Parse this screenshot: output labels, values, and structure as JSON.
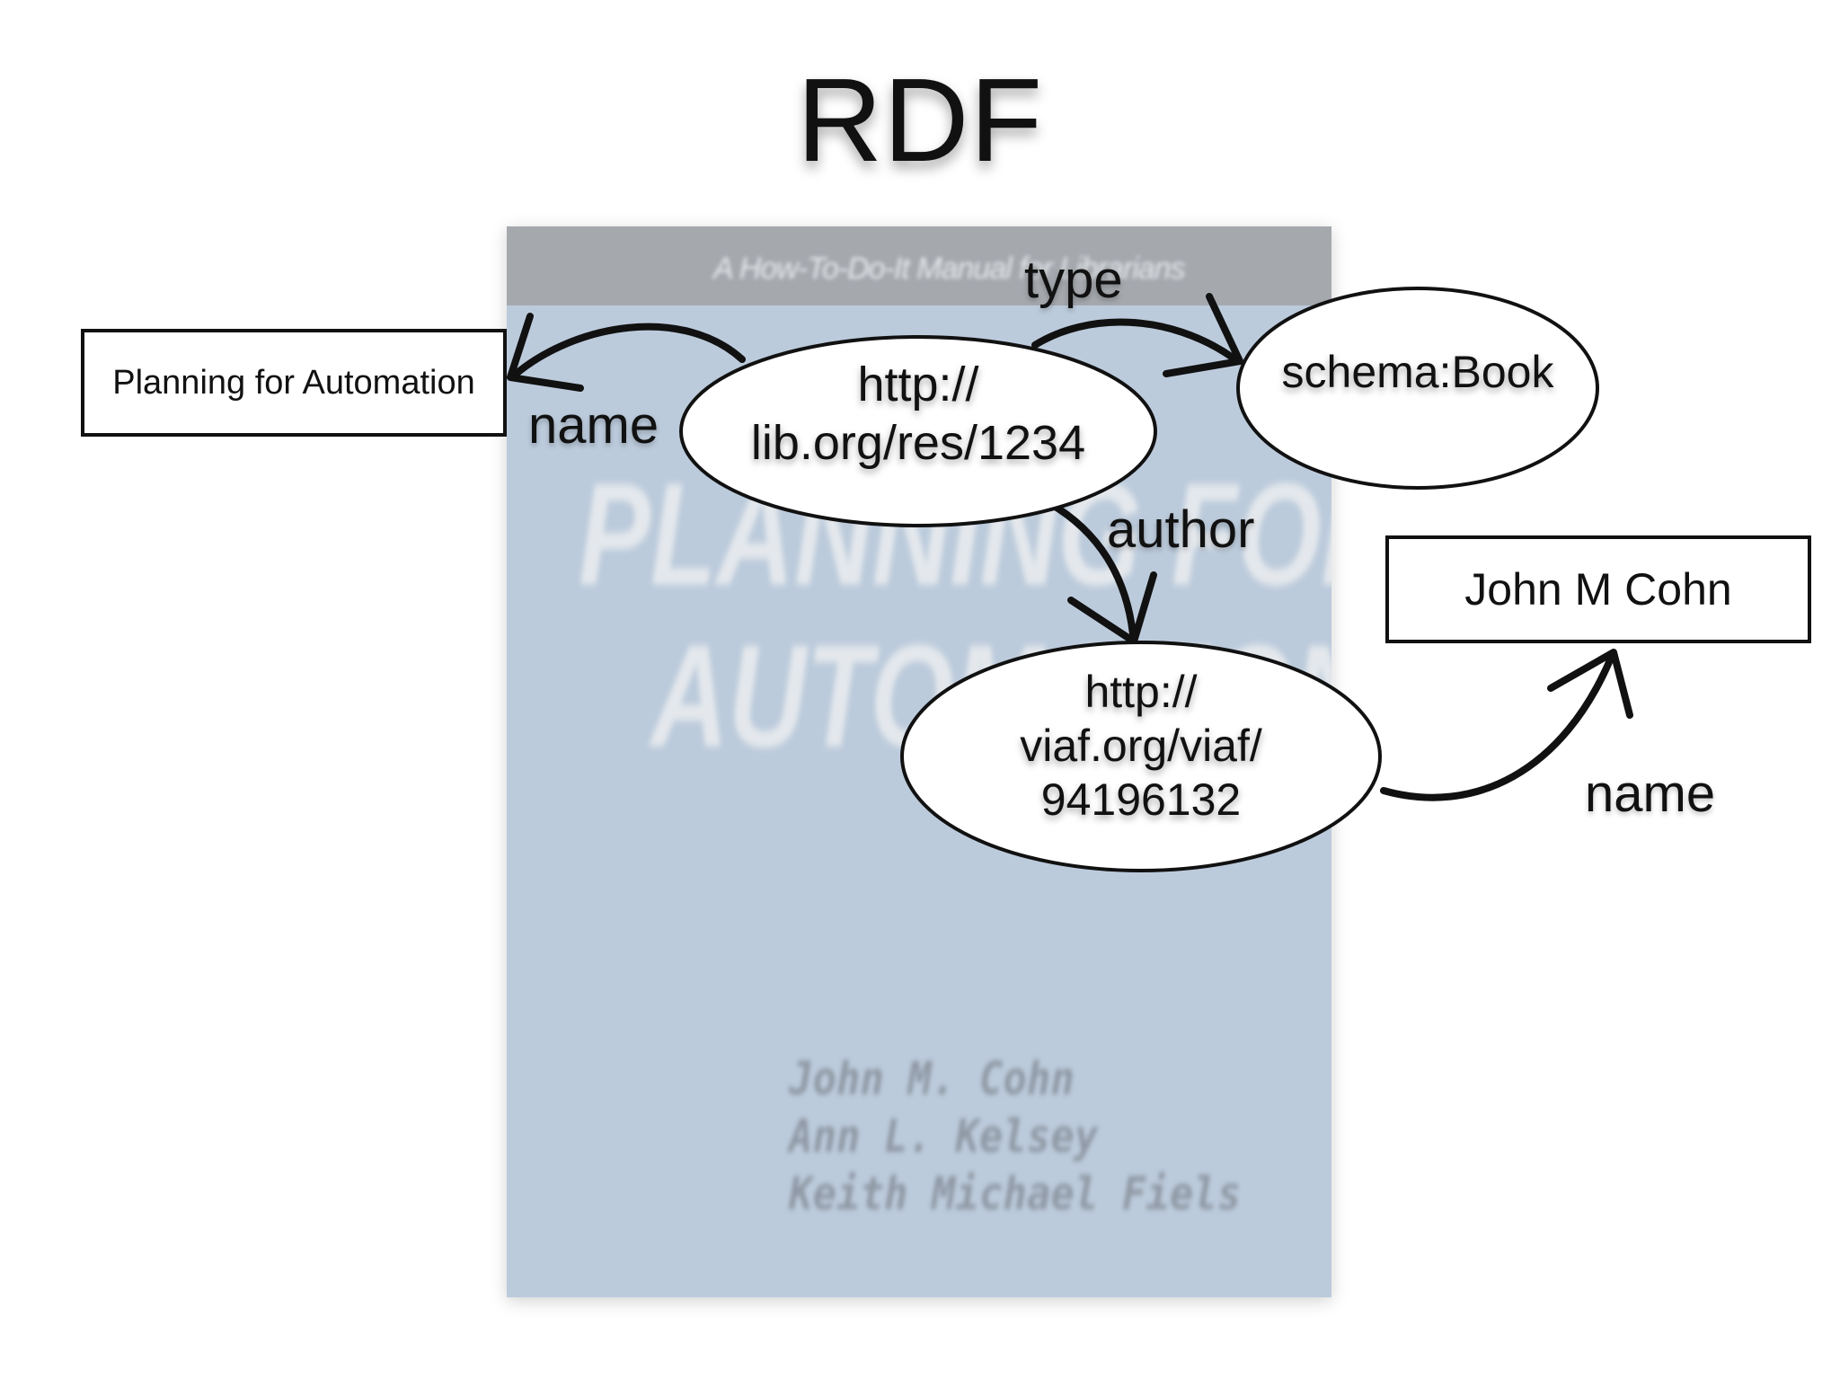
{
  "title": "RDF",
  "cover": {
    "tagline": "A How-To-Do-It Manual for Librarians",
    "title_line_1": "PLANNING FOR",
    "title_line_2": "AUTOMATION",
    "authors": [
      "John M. Cohn",
      "Ann L. Kelsey",
      "Keith Michael Fiels"
    ]
  },
  "nodes": {
    "book_uri": "http://\nlib.org/res/1234",
    "class_book": "schema:Book",
    "author_uri": "http://\nviaf.org/viaf/\n94196132",
    "literal_title": "Planning for Automation",
    "literal_author": "John M Cohn"
  },
  "edges": {
    "type": "type",
    "name_book": "name",
    "author": "author",
    "name_author": "name"
  }
}
